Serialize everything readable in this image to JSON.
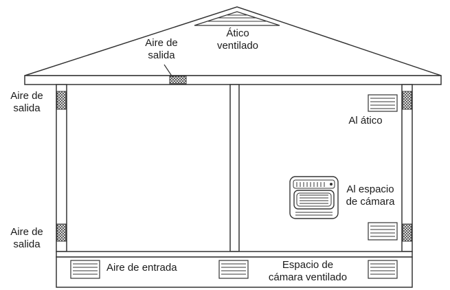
{
  "labels": {
    "attic": [
      "Ático",
      "ventilado"
    ],
    "roof_exhaust": [
      "Aire de",
      "salida"
    ],
    "left_wall_exhaust_top": [
      "Aire de",
      "salida"
    ],
    "left_wall_exhaust_bottom": [
      "Aire de",
      "salida"
    ],
    "to_attic": [
      "Al ático"
    ],
    "to_crawlspace": [
      "Al espacio",
      "de cámara"
    ],
    "intake_air": [
      "Aire de entrada"
    ],
    "crawlspace": [
      "Espacio de",
      "cámara ventilado"
    ]
  },
  "colors": {
    "line": "#333333",
    "vent_fill": "#ffffff",
    "background": "#ffffff"
  }
}
